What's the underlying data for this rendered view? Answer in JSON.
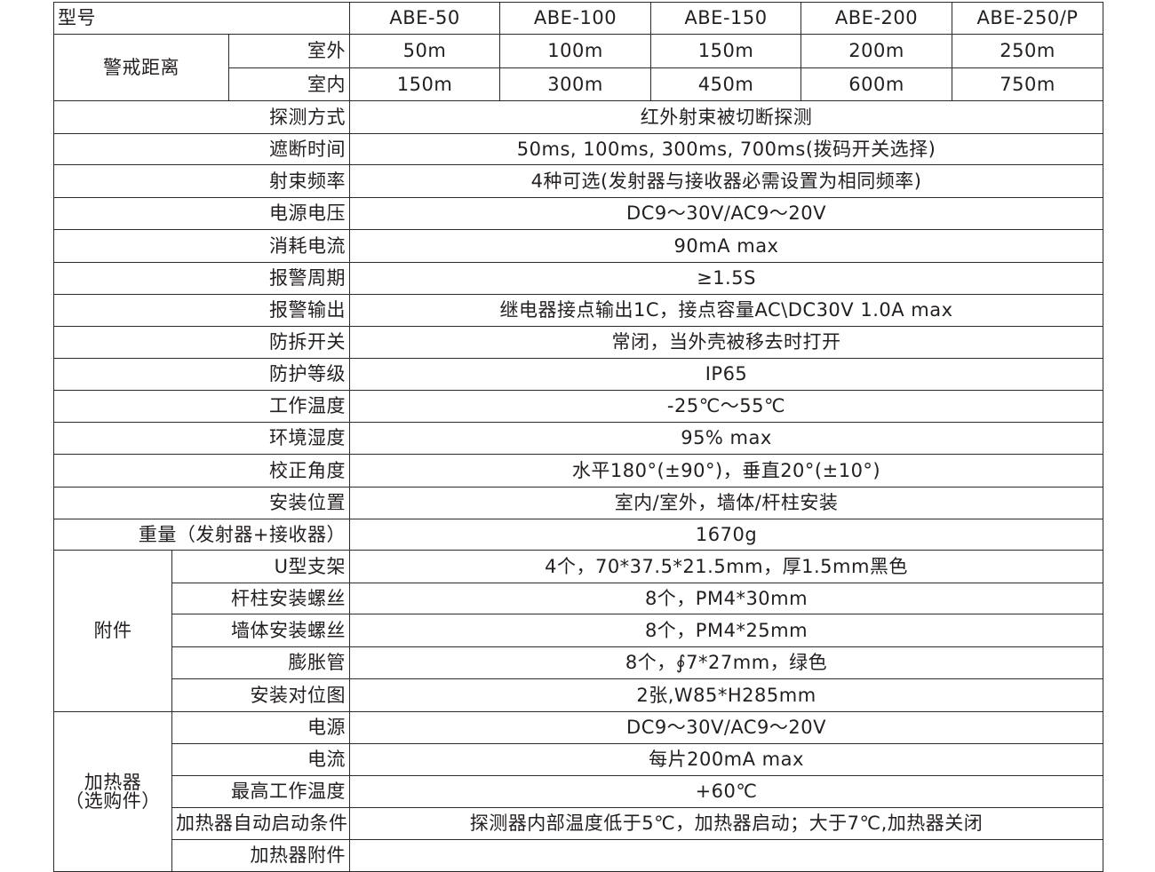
{
  "header": {
    "label": "型号",
    "models": [
      "ABE-50",
      "ABE-100",
      "ABE-150",
      "ABE-200",
      "ABE-250/P"
    ]
  },
  "guard_distance": {
    "label": "警戒距离",
    "outdoor": {
      "label": "室外",
      "values": [
        "50m",
        "100m",
        "150m",
        "200m",
        "250m"
      ]
    },
    "indoor": {
      "label": "室内",
      "values": [
        "150m",
        "300m",
        "450m",
        "600m",
        "750m"
      ]
    }
  },
  "specs": [
    {
      "label": "探测方式",
      "value": "红外射束被切断探测"
    },
    {
      "label": "遮断时间",
      "value": "50ms, 100ms, 300ms, 700ms(拨码开关选择)"
    },
    {
      "label": "射束频率",
      "value": "4种可选(发射器与接收器必需设置为相同频率)"
    },
    {
      "label": "电源电压",
      "value": "DC9～30V/AC9～20V"
    },
    {
      "label": "消耗电流",
      "value": "90mA  max"
    },
    {
      "label": "报警周期",
      "value": "≥1.5S"
    },
    {
      "label": "报警输出",
      "value": "继电器接点输出1C，接点容量AC\\DC30V 1.0A max"
    },
    {
      "label": "防拆开关",
      "value": "常闭，当外壳被移去时打开"
    },
    {
      "label": "防护等级",
      "value": "IP65"
    },
    {
      "label": "工作温度",
      "value": "-25℃～55℃"
    },
    {
      "label": "环境湿度",
      "value": "95% max"
    },
    {
      "label": "校正角度",
      "value": "水平180°(±90°)，垂直20°(±10°)"
    },
    {
      "label": "安装位置",
      "value": "室内/室外，墙体/杆柱安装"
    },
    {
      "label": "重量（发射器+接收器）",
      "value": "1670g"
    }
  ],
  "accessories": {
    "label": "附件",
    "items": [
      {
        "label": "U型支架",
        "value": "4个，70*37.5*21.5mm，厚1.5mm黑色"
      },
      {
        "label": "杆柱安装螺丝",
        "value": "8个，PM4*30mm"
      },
      {
        "label": "墙体安装螺丝",
        "value": "8个，PM4*25mm"
      },
      {
        "label": "膨胀管",
        "value": "8个，∮7*27mm，绿色"
      },
      {
        "label": "安装对位图",
        "value": "2张,W85*H285mm"
      }
    ]
  },
  "heater": {
    "label_line1": "加热器",
    "label_line2": "（选购件）",
    "items": [
      {
        "label": "电源",
        "value": "DC9～30V/AC9～20V"
      },
      {
        "label": "电流",
        "value": "每片200mA max"
      },
      {
        "label": "最高工作温度",
        "value": "+60℃"
      },
      {
        "label": "加热器自动启动条件",
        "value": "探测器内部温度低于5℃，加热器启动；大于7℃,加热器关闭"
      },
      {
        "label": "加热器附件",
        "value": ""
      }
    ]
  }
}
